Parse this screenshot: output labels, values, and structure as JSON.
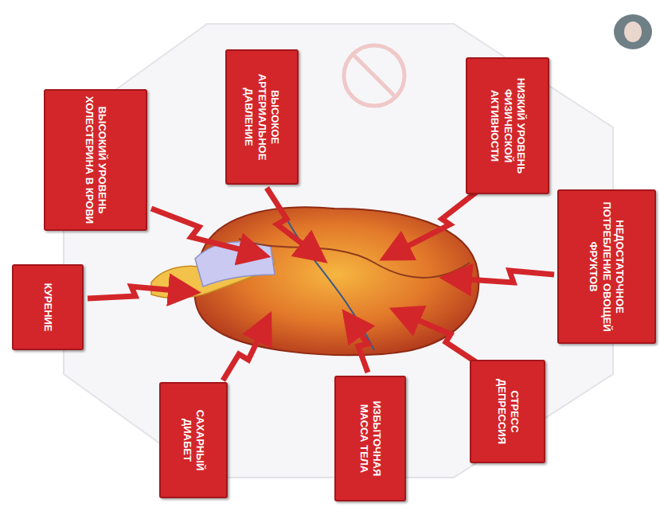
{
  "diagram": {
    "nodes": [
      {
        "text": [
          "ВЫСОКИЙ УРОВЕНЬ ХОЛЕСТЕРИНА В КРОВИ"
        ]
      },
      {
        "text": [
          "ВЫСОКОЕ АРТЕРИАЛЬНОЕ ДАВЛЕНИЕ"
        ]
      },
      {
        "text": [
          "НИЗКИЙ УРОВЕНЬ ФИЗИЧЕСКОЙ АКТИВНОСТИ"
        ]
      },
      {
        "text": [
          "КУРЕНИЕ"
        ]
      },
      {
        "text": [
          "НЕДОСТАТОЧНОЕ ПОТРЕБЛЕНИЕ ОВОЩЕЙ ФРУКТОВ"
        ]
      },
      {
        "text": [
          "САХАРНЫЙ ДИАБЕТ"
        ]
      },
      {
        "text": [
          "ИЗБЫТОЧНАЯ МАССА ТЕЛА"
        ]
      },
      {
        "text": [
          "СТРЕСС ДЕПРЕССИЯ"
        ]
      }
    ]
  }
}
